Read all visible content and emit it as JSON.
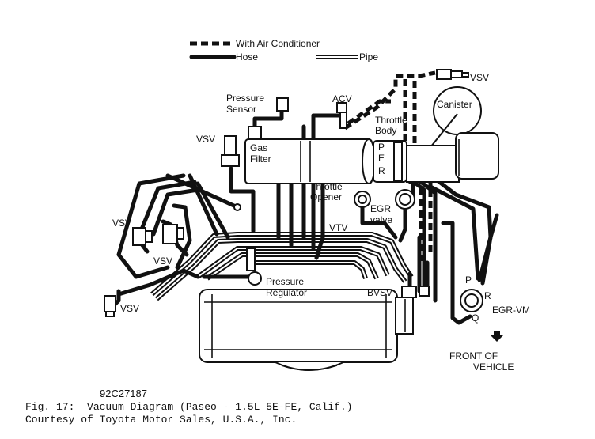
{
  "legend": {
    "ac": "With Air Conditioner",
    "hose": "Hose",
    "pipe": "Pipe"
  },
  "labels": {
    "vsv_top": "VSV",
    "canister": "Canister",
    "pressure_sensor_1": "Pressure",
    "pressure_sensor_2": "Sensor",
    "acv": "ACV",
    "throttle_body_1": "Throttle",
    "throttle_body_2": "Body",
    "vsv_mid": "VSV",
    "gas_filter_1": "Gas",
    "gas_filter_2": "Filter",
    "port_p": "P",
    "port_e": "E",
    "port_r": "R",
    "throttle_opener_1": "Throttle",
    "throttle_opener_2": "Opener",
    "egr_valve_1": "EGR",
    "egr_valve_2": "valve",
    "vsv_left_1": "VSV",
    "vsv_left_2": "VSV",
    "vtv": "VTV",
    "pressure_regulator_1": "Pressure",
    "pressure_regulator_2": "Regulator",
    "bvsv": "BVSV",
    "vsv_bottom": "VSV",
    "vm_p": "P",
    "vm_r": "R",
    "vm_q": "Q",
    "egr_vm": "EGR-VM",
    "front_1": "FRONT OF",
    "front_2": "VEHICLE"
  },
  "figure": {
    "code": "92C27187",
    "caption_line1": "Fig. 17:  Vacuum Diagram (Paseo - 1.5L 5E-FE, Calif.)",
    "caption_line2": "Courtesy of Toyota Motor Sales, U.S.A., Inc."
  }
}
